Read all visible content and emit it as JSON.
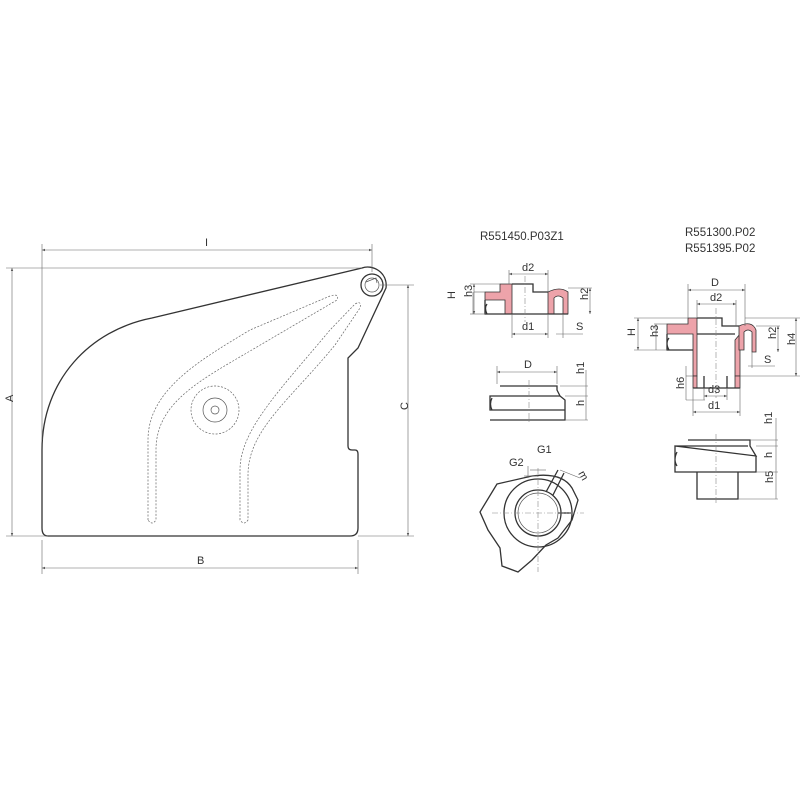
{
  "colors": {
    "section_fill": "#eda3aa",
    "line": "#333333"
  },
  "main_view": {
    "labels": {
      "I": "I",
      "A": "A",
      "B": "B",
      "C": "C"
    }
  },
  "part1": {
    "title": "R551450.P03Z1",
    "labels": {
      "d2": "d2",
      "H": "H",
      "h3": "h3",
      "h2": "h2",
      "d1": "d1",
      "S": "S",
      "D": "D",
      "h1": "h1",
      "h": "h",
      "G1": "G1",
      "G2": "G2",
      "m": "m"
    }
  },
  "part2": {
    "title_line1": "R551300.P02",
    "title_line2": "R551395.P02",
    "labels": {
      "D": "D",
      "d2": "d2",
      "H": "H",
      "h3": "h3",
      "h2": "h2",
      "h4": "h4",
      "S": "S",
      "h6": "h6",
      "d3": "d3",
      "d1": "d1",
      "h1": "h1",
      "h": "h",
      "h5": "h5"
    }
  }
}
